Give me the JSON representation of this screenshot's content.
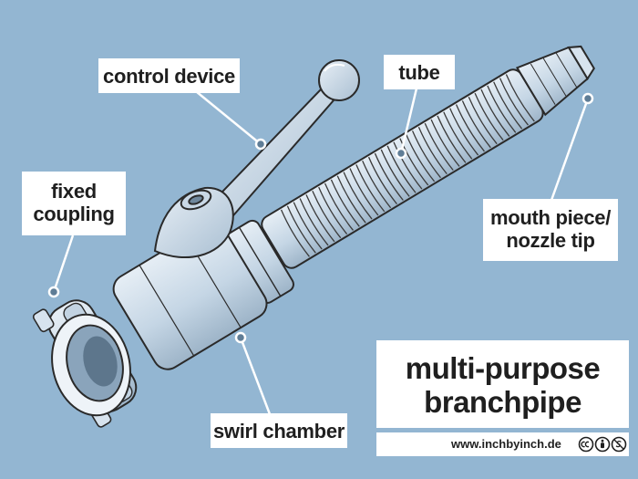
{
  "labels": {
    "control_device": "control device",
    "tube": "tube",
    "fixed_coupling_line1": "fixed",
    "fixed_coupling_line2": "coupling",
    "mouth_piece_line1": "mouth piece/",
    "mouth_piece_line2": "nozzle tip",
    "swirl_chamber": "swirl chamber"
  },
  "title": {
    "line1": "multi-purpose",
    "line2": "branchpipe"
  },
  "footer": {
    "url": "www.inchbyinch.de",
    "license_icons": [
      "cc-icon",
      "attribution-icon",
      "noncommercial-icon"
    ]
  },
  "colors": {
    "background": "#93b6d2",
    "label_bg": "#ffffff",
    "metal_light": "#d6e3ee",
    "metal_mid": "#b3c8da",
    "outline": "#2a2a2a"
  }
}
